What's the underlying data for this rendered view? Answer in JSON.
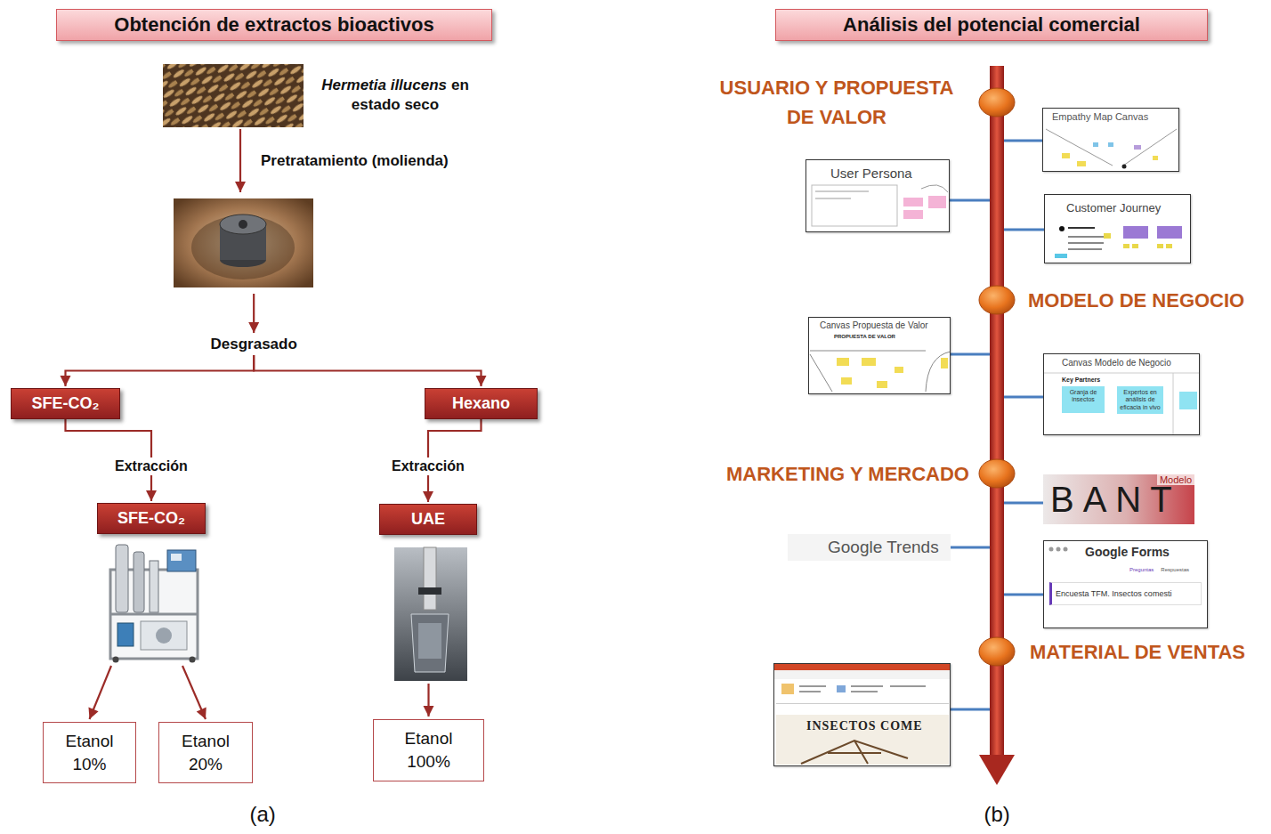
{
  "diagram": {
    "nodes": [
      {
        "text": [
          "Obtención de extractos bioactivos"
        ]
      },
      {
        "text": [
          "Hermetia illucens",
          "en estado seco"
        ]
      },
      {
        "text": [
          "Desgrasado"
        ]
      },
      {
        "text": [
          "SFE-CO₂"
        ]
      },
      {
        "text": [
          "Hexano"
        ]
      },
      {
        "text": [
          "SFE-CO₂"
        ]
      },
      {
        "text": [
          "UAE"
        ]
      },
      {
        "text": [
          "Etanol 10%"
        ]
      },
      {
        "text": [
          "Etanol 20%"
        ]
      },
      {
        "text": [
          "Etanol 100%"
        ]
      },
      {
        "text": [
          "Análisis del potencial comercial"
        ]
      },
      {
        "text": [
          "USUARIO Y PROPUESTA DE VALOR"
        ]
      },
      {
        "text": [
          "Empathy Map Canvas"
        ]
      },
      {
        "text": [
          "User Persona"
        ]
      },
      {
        "text": [
          "Customer Journey"
        ]
      },
      {
        "text": [
          "MODELO DE NEGOCIO"
        ]
      },
      {
        "text": [
          "Canvas Propuesta de Valor",
          "PROPUESTA DE VALOR"
        ]
      },
      {
        "text": [
          "Canvas Modelo de Negocio",
          "Key Partners",
          "Granja de insectos",
          "Expertos en análisis de eficacia in vivo"
        ]
      },
      {
        "text": [
          "MARKETING Y MERCADO"
        ]
      },
      {
        "text": [
          "BANT",
          "Modelo"
        ]
      },
      {
        "text": [
          "Google Trends"
        ]
      },
      {
        "text": [
          "Google Forms",
          "Preguntas",
          "Respuestas",
          "Encuesta TFM. Insectos comesti"
        ]
      },
      {
        "text": [
          "MATERIAL DE VENTAS"
        ]
      },
      {
        "text": [
          "INSECTOS COME"
        ]
      }
    ],
    "edges": [
      {
        "from": 1,
        "to": 2,
        "arrow": "to",
        "label": "Pretratamiento (molienda)"
      },
      {
        "from": 2,
        "to": 3,
        "arrow": "to"
      },
      {
        "from": 2,
        "to": 4,
        "arrow": "to"
      },
      {
        "from": 3,
        "to": 5,
        "arrow": "to",
        "label": "Extracción"
      },
      {
        "from": 4,
        "to": 6,
        "arrow": "to",
        "label": "Extracción"
      },
      {
        "from": 5,
        "to": 7,
        "arrow": "to"
      },
      {
        "from": 5,
        "to": 8,
        "arrow": "to"
      },
      {
        "from": 6,
        "to": 9,
        "arrow": "to"
      }
    ],
    "labels": [
      "(a)",
      "(b)"
    ]
  }
}
